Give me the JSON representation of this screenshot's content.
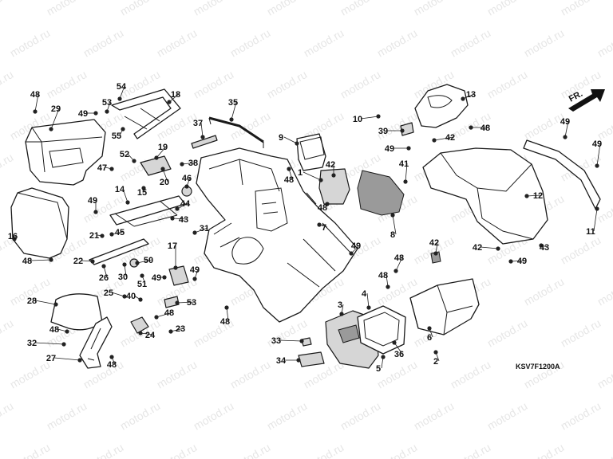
{
  "watermark": "motod.ru",
  "diagram_code": "KSV7F1200A",
  "direction_label": "FR.",
  "callouts": [
    "1",
    "2",
    "3",
    "4",
    "5",
    "6",
    "7",
    "8",
    "9",
    "10",
    "11",
    "12",
    "13",
    "14",
    "15",
    "16",
    "17",
    "18",
    "19",
    "20",
    "21",
    "22",
    "23",
    "24",
    "25",
    "26",
    "27",
    "28",
    "29",
    "30",
    "31",
    "32",
    "33",
    "34",
    "35",
    "36",
    "37",
    "38",
    "39",
    "40",
    "41",
    "42",
    "43",
    "44",
    "45",
    "46",
    "47",
    "48",
    "49",
    "50",
    "51",
    "52",
    "53",
    "54",
    "55"
  ]
}
